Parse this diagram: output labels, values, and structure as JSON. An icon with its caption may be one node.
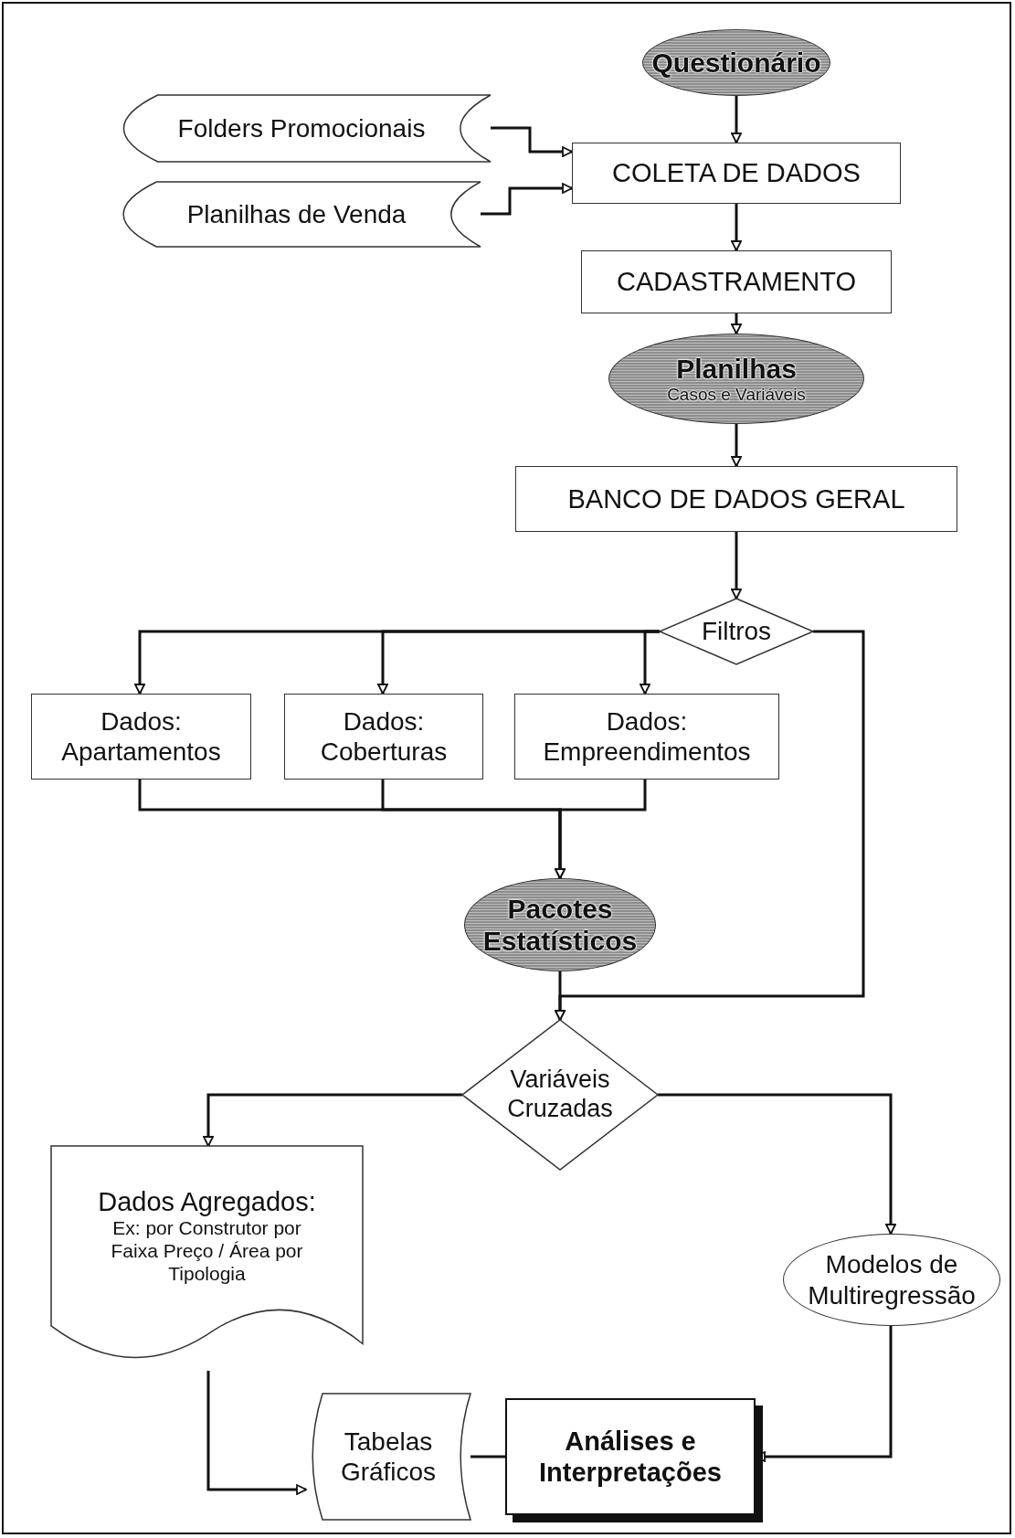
{
  "diagram": {
    "nodes": [
      {
        "text": [
          "Questionário"
        ]
      },
      {
        "text": [
          "Folders Promocionais"
        ]
      },
      {
        "text": [
          "Planilhas de Venda"
        ]
      },
      {
        "text": [
          "COLETA DE DADOS"
        ]
      },
      {
        "text": [
          "CADASTRAMENTO"
        ]
      },
      {
        "text": [
          "Planilhas",
          "Casos e Variáveis"
        ]
      },
      {
        "text": [
          "BANCO DE DADOS GERAL"
        ]
      },
      {
        "text": [
          "Filtros"
        ]
      },
      {
        "text": [
          "Dados: Apartamentos"
        ]
      },
      {
        "text": [
          "Dados: Coberturas"
        ]
      },
      {
        "text": [
          "Dados: Empreendimentos"
        ]
      },
      {
        "text": [
          "Pacotes Estatísticos"
        ]
      },
      {
        "text": [
          "Variáveis Cruzadas"
        ]
      },
      {
        "text": [
          "Dados Agregados:",
          "Ex: por Construtor por Faixa Preço / Área por Tipologia"
        ]
      },
      {
        "text": [
          "Modelos de Multiregressão"
        ]
      },
      {
        "text": [
          "Tabelas Gráficos"
        ]
      },
      {
        "text": [
          "Análises e Interpretações"
        ]
      }
    ],
    "edges": [
      {
        "from": 0,
        "to": 3,
        "arrow": "to"
      },
      {
        "from": 1,
        "to": 3,
        "arrow": "to"
      },
      {
        "from": 2,
        "to": 3,
        "arrow": "to"
      },
      {
        "from": 3,
        "to": 4,
        "arrow": "to"
      },
      {
        "from": 4,
        "to": 5,
        "arrow": "to"
      },
      {
        "from": 5,
        "to": 6,
        "arrow": "to"
      },
      {
        "from": 6,
        "to": 7,
        "arrow": "to"
      },
      {
        "from": 7,
        "to": 8,
        "arrow": "to"
      },
      {
        "from": 7,
        "to": 9,
        "arrow": "to"
      },
      {
        "from": 7,
        "to": 10,
        "arrow": "to"
      },
      {
        "from": 8,
        "to": 11,
        "arrow": "to"
      },
      {
        "from": 9,
        "to": 11,
        "arrow": "to"
      },
      {
        "from": 10,
        "to": 11,
        "arrow": "to"
      },
      {
        "from": 7,
        "to": 12,
        "arrow": "to"
      },
      {
        "from": 11,
        "to": 12,
        "arrow": "to"
      },
      {
        "from": 12,
        "to": 13,
        "arrow": "to"
      },
      {
        "from": 12,
        "to": 14,
        "arrow": "to"
      },
      {
        "from": 13,
        "to": 15,
        "arrow": "to"
      },
      {
        "from": 14,
        "to": 16,
        "arrow": "to"
      },
      {
        "from": 15,
        "to": 16,
        "arrow": "none"
      }
    ]
  }
}
